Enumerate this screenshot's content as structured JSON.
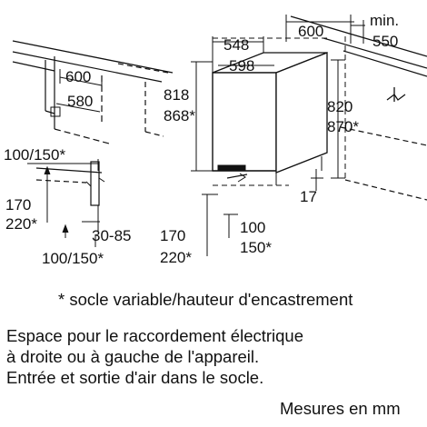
{
  "left_detail": {
    "niche_width": "600",
    "inner_width": "580",
    "plinth_depth": "100/150*",
    "plinth_height_a": "170",
    "plinth_height_b": "220*",
    "plinth_adjust": "30-85",
    "plinth_depth_bottom": "100/150*"
  },
  "appliance": {
    "niche_depth": "600",
    "min_label": "min.",
    "min_depth": "550",
    "outer_width": "548",
    "width": "598",
    "height_a": "818",
    "height_b": "868*",
    "niche_height_a": "820",
    "niche_height_b": "870*",
    "door_gap": "17",
    "plinth_height_a": "170",
    "plinth_height_b": "220*",
    "plinth_depth_a": "100",
    "plinth_depth_b": "150*"
  },
  "notes": {
    "footnote": "* socle variable/hauteur d'encastrement",
    "line1": "Espace pour le raccordement électrique",
    "line2": "à droite ou à gauche de l'appareil.",
    "line3": "Entrée et sortie d'air dans le socle.",
    "units": "Mesures en mm"
  },
  "colors": {
    "ink": "#111111",
    "background": "#ffffff"
  }
}
